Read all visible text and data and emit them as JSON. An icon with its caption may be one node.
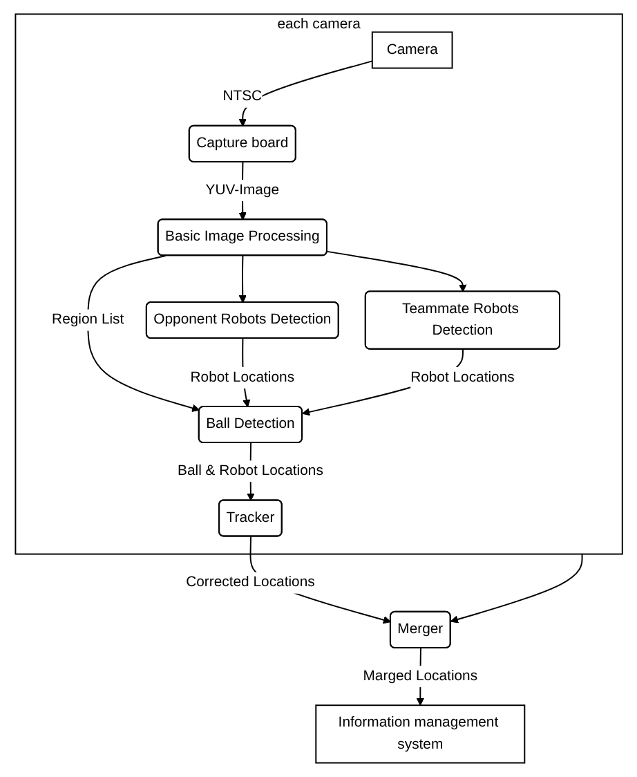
{
  "diagram": {
    "nodes": [
      {
        "text": [
          "each camera"
        ]
      },
      {
        "text": [
          "Camera"
        ],
        "in": 0
      },
      {
        "text": [
          "Capture board"
        ],
        "in": 0
      },
      {
        "text": [
          "Basic Image Processing"
        ],
        "in": 0
      },
      {
        "text": [
          "Opponent Robots Detection"
        ],
        "in": 0
      },
      {
        "text": [
          "Teammate Robots Detection"
        ],
        "in": 0
      },
      {
        "text": [
          "Ball Detection"
        ],
        "in": 0
      },
      {
        "text": [
          "Tracker"
        ],
        "in": 0
      },
      {
        "text": [
          "Merger"
        ]
      },
      {
        "text": [
          "Information management system"
        ]
      }
    ],
    "edges": [
      {
        "from": 1,
        "to": 2,
        "arrow": "to",
        "label": "NTSC"
      },
      {
        "from": 2,
        "to": 3,
        "arrow": "to",
        "label": "YUV-Image"
      },
      {
        "from": 3,
        "to": 4,
        "arrow": "to"
      },
      {
        "from": 3,
        "to": 6,
        "arrow": "to",
        "label": "Region List"
      },
      {
        "from": 3,
        "to": 5,
        "arrow": "to"
      },
      {
        "from": 4,
        "to": 6,
        "arrow": "to",
        "label": "Robot Locations"
      },
      {
        "from": 5,
        "to": 6,
        "arrow": "to",
        "label": "Robot Locations"
      },
      {
        "from": 6,
        "to": 7,
        "arrow": "to",
        "label": "Ball & Robot Locations"
      },
      {
        "from": 7,
        "to": 8,
        "arrow": "to",
        "label": "Corrected Locations"
      },
      {
        "from": 0,
        "to": 8,
        "arrow": "to"
      },
      {
        "from": 8,
        "to": 9,
        "arrow": "to",
        "label": "Marged Locations"
      }
    ]
  }
}
